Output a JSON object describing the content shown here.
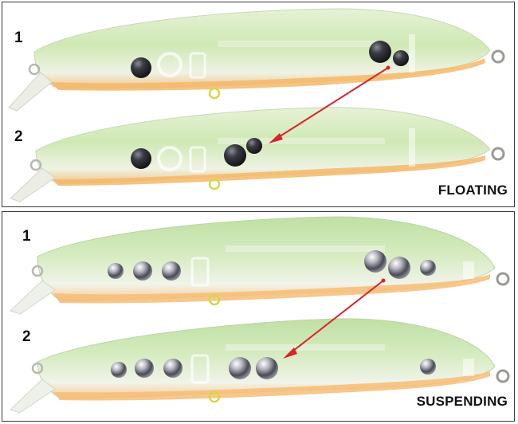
{
  "panels": [
    {
      "label": "FLOATING",
      "lure_numbers": [
        "1",
        "2"
      ],
      "colors": {
        "body": "#dbeec7",
        "belly": "#f6c07c",
        "weight": "#2e2e36",
        "arrow": "#d8232a"
      }
    },
    {
      "label": "SUSPENDING",
      "lure_numbers": [
        "1",
        "2"
      ],
      "colors": {
        "body": "#d7ecc2",
        "belly": "#f9c98e",
        "weight": "#9a9aa4",
        "arrow": "#d8232a"
      }
    }
  ]
}
